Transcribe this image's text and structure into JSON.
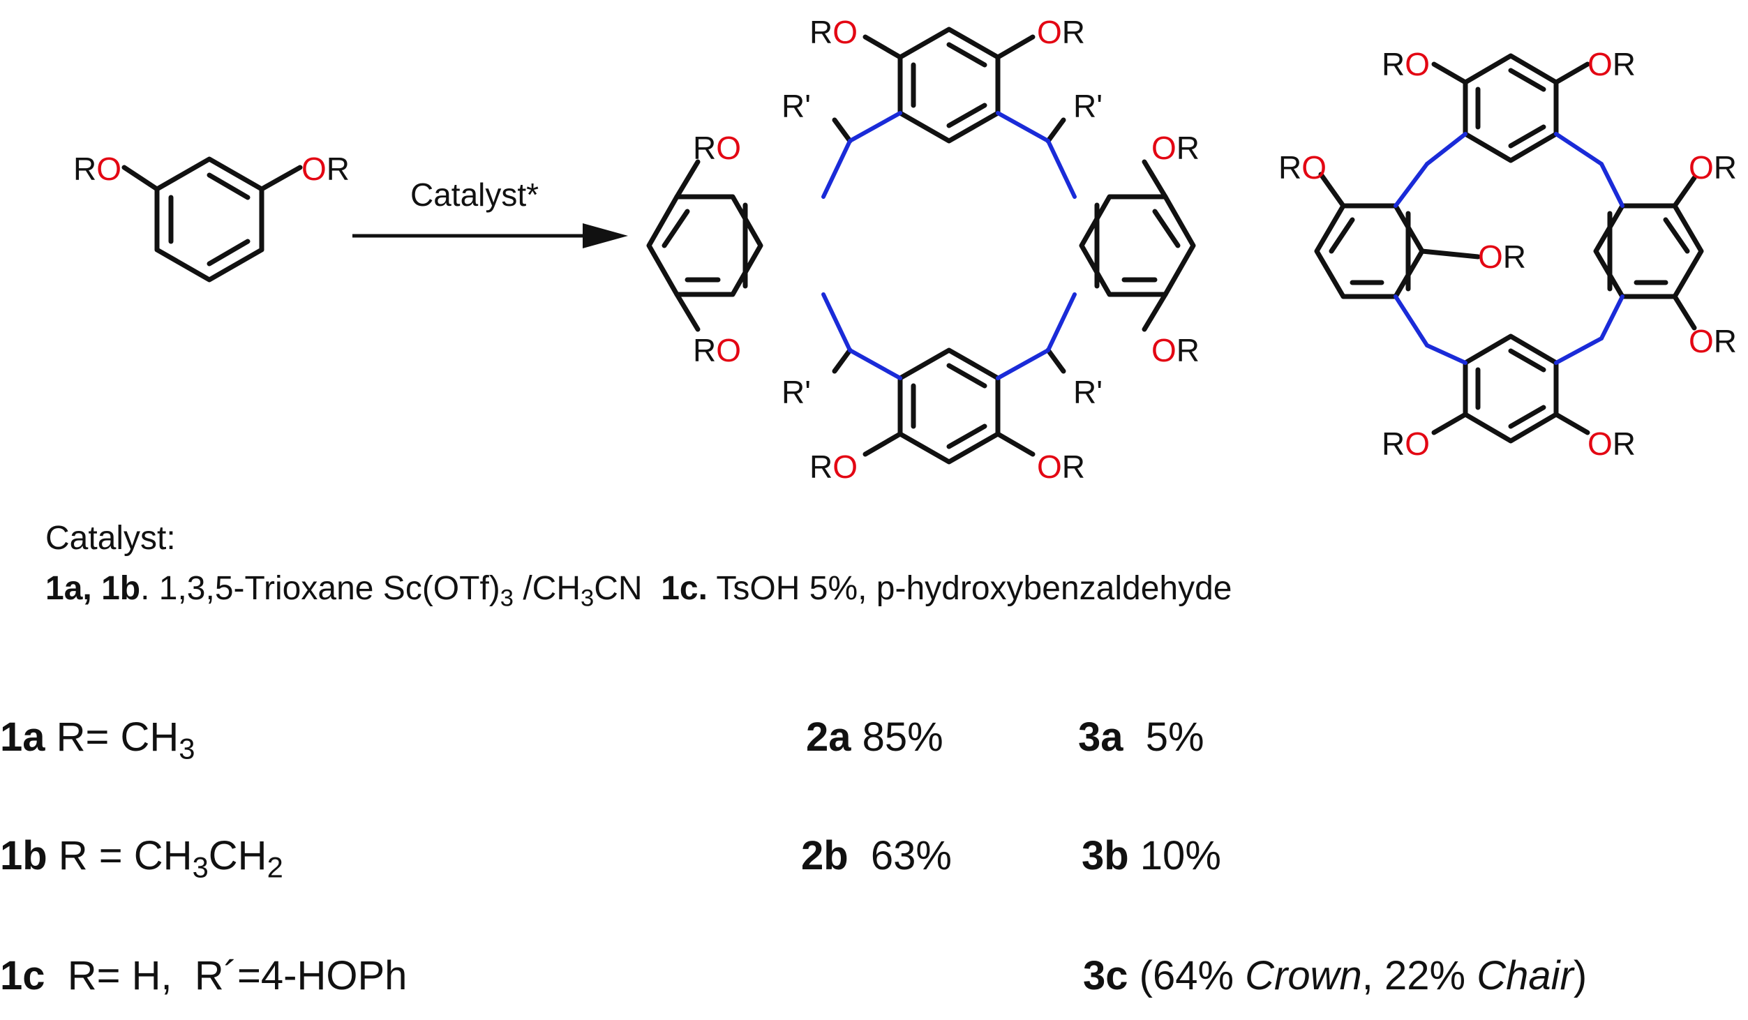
{
  "reactant": {
    "substituents": [
      "RO",
      "OR"
    ]
  },
  "arrow": {
    "label": "Catalyst*"
  },
  "product_2": {
    "groups": [
      "RO",
      "OR",
      "RO",
      "OR",
      "RO",
      "OR",
      "RO",
      "OR"
    ],
    "r_prime": [
      "R'",
      "R'",
      "R'",
      "R'"
    ]
  },
  "product_3": {
    "groups": [
      "RO",
      "OR",
      "RO",
      "OR",
      "OR",
      "OR",
      "RO",
      "OR"
    ]
  },
  "catalyst": {
    "heading": "Catalyst:",
    "line_ab_label": "1a, 1b",
    "line_ab_text": ". 1,3,5-Trioxane Sc(OTf)",
    "line_ab_sub": "3",
    "line_ab_text2": " /CH",
    "line_ab_sub2": "3",
    "line_ab_text3": "CN",
    "line_c_label": "1c.",
    "line_c_text": " TsOH 5%, p-hydroxybenzaldehyde"
  },
  "rows": [
    {
      "id": "1a",
      "r_text": " R= CH",
      "r_sub": "3",
      "r_tail": "",
      "p2_id": "2a",
      "p2_yield": " 85%",
      "p3_id": "3a",
      "p3_yield": "  5%"
    },
    {
      "id": "1b",
      "r_text": " R = CH",
      "r_sub": "3",
      "r_tail": "CH",
      "r_sub2": "2",
      "p2_id": "2b",
      "p2_yield": "  63%",
      "p3_id": "3b",
      "p3_yield": " 10%"
    },
    {
      "id": "1c",
      "r_text": "  R= H,  R´=4-HOPh",
      "p3_id": "3c",
      "p3_open": " (64% ",
      "p3_crown": "Crown",
      "p3_mid": ", 22% ",
      "p3_chair": "Chair",
      "p3_close": ")"
    }
  ]
}
